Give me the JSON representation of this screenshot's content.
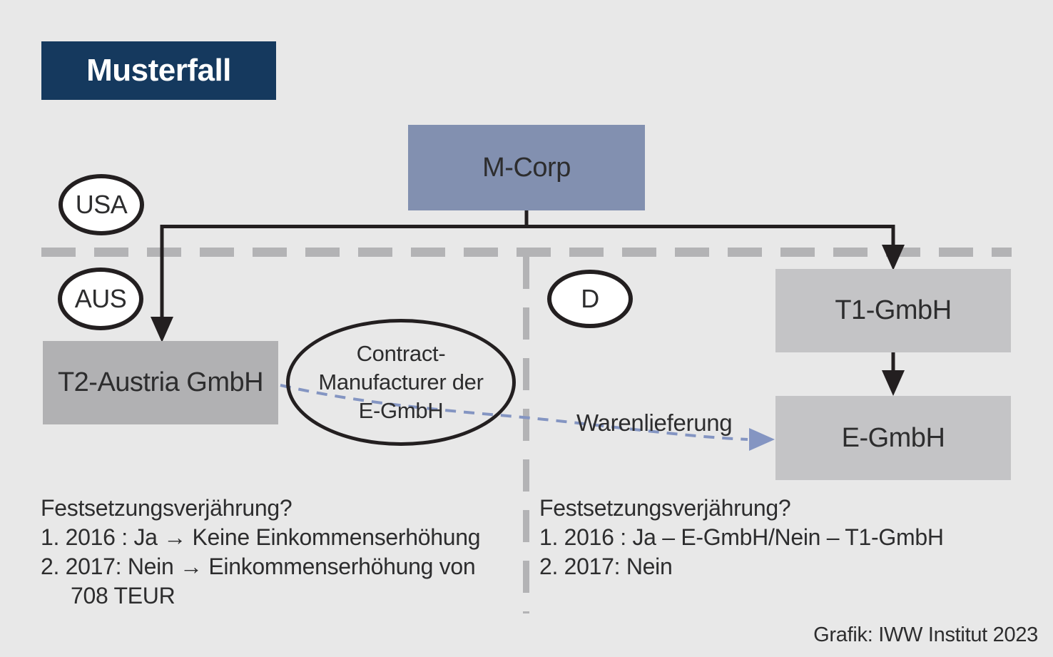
{
  "title": "Musterfall",
  "nodes": {
    "m_corp": "M-Corp",
    "t2_austria": "T2-Austria GmbH",
    "t1_gmbh": "T1-GmbH",
    "e_gmbh": "E-GmbH"
  },
  "regions": {
    "usa": "USA",
    "aus": "AUS",
    "d": "D"
  },
  "contract_note": {
    "line1": "Contract-",
    "line2": "Manufacturer der",
    "line3": "E-GmbH"
  },
  "flow_label": "Warenlieferung",
  "notes_left": {
    "heading": "Festsetzungsverjährung?",
    "line1": "1. 2016 : Ja → Keine Einkommenserhöhung",
    "line2": "2. 2017: Nein → Einkommenserhöhung von",
    "line3": "708 TEUR"
  },
  "notes_right": {
    "heading": "Festsetzungsverjährung?",
    "line1": "1. 2016 : Ja – E-GmbH/Nein – T1-GmbH",
    "line2": "2. 2017: Nein"
  },
  "credit": "Grafik: IWW Institut 2023",
  "colors": {
    "background": "#e8e8e8",
    "title_bg": "#15395e",
    "title_text": "#ffffff",
    "parent_box": "#8290b0",
    "left_box": "#b1b1b3",
    "right_boxes": "#c4c4c6",
    "black_lines": "#231f20",
    "border_dashes": "#b3b3b5",
    "delivery_dash": "#8495c2",
    "text": "#2d2d2e"
  }
}
